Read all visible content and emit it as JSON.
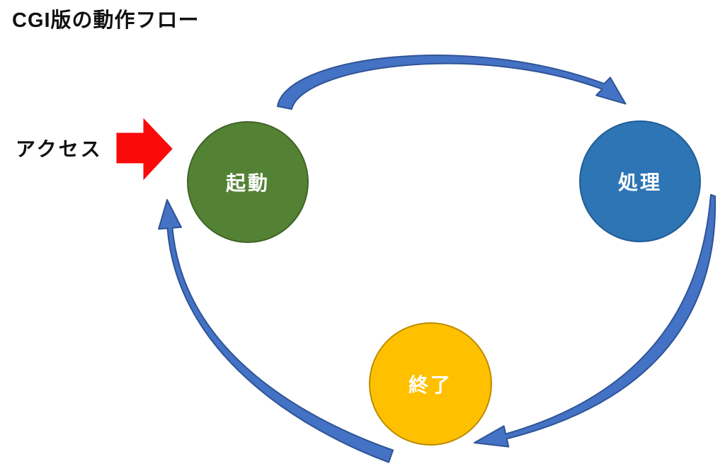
{
  "title": "CGI版の動作フロー",
  "access": {
    "label": "アクセス",
    "arrow_color": "#FA0A0A"
  },
  "flow": {
    "nodes": [
      {
        "label": "起動",
        "fill": "#548235",
        "border": "#3F6428",
        "text_color": "#FFFFFF"
      },
      {
        "label": "処理",
        "fill": "#2E75B6",
        "border": "#235D94",
        "text_color": "#FFFFFF"
      },
      {
        "label": "終了",
        "fill": "#FFC000",
        "border": "#BC8C00",
        "text_color": "#FFFFFF"
      }
    ],
    "edges": [
      {
        "from": "起動",
        "to": "処理"
      },
      {
        "from": "処理",
        "to": "終了"
      },
      {
        "from": "終了",
        "to": "起動"
      }
    ],
    "arrow_fill": "#4472C4",
    "arrow_stroke": "#2F5496"
  },
  "colors": {
    "background": "#FFFFFF",
    "title_text": "#111111"
  }
}
